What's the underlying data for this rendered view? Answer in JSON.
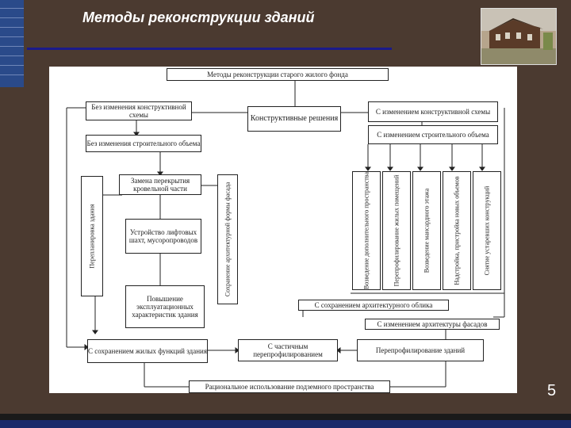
{
  "slide": {
    "title": "Методы реконструкции зданий",
    "page_number": "5"
  },
  "diagram": {
    "top": "Методы реконструкции старого жилого фонда",
    "no_scheme": "Без изменения конструктивной схемы",
    "constructive": "Конструктивные решения",
    "with_scheme": "С изменением конструктивной схемы",
    "no_volume": "Без изменения строительного объема",
    "with_volume": "С изменением строительного объема",
    "roof": "Замена перекрытия кровельной части",
    "relayout": "Перепланировка здания",
    "elevator": "Устройство лифтовых шахт, мусоропроводов",
    "facade": "Сохранение архитектурной формы фасада",
    "performance": "Повышение эксплуатационных характеристик здания",
    "vertical_cols": [
      "Возведение дополнительного пространства",
      "Перепрофилирование жилых помещений",
      "Возведение мансардного этажа",
      "Надстройка, пристройка новых объемов",
      "Снятие устаревших конструкций"
    ],
    "keep_arch": "С сохранением архитектурного облика",
    "change_facade": "С изменением архитектуры фасадов",
    "keep_func": "С сохранением жилых функций здания",
    "partial": "С частичным перепрофилированием",
    "reprofile": "Перепрофилирование зданий",
    "underground": "Рациональное использование подземного пространства"
  }
}
